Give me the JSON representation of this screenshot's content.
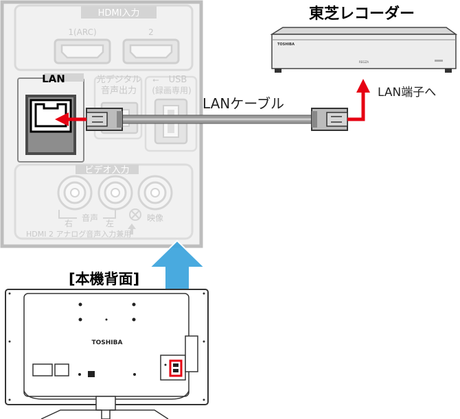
{
  "panel": {
    "hdmi_header": "HDMI入力",
    "hdmi_port_1": "1(ARC)",
    "hdmi_port_2": "2",
    "lan_label": "LAN",
    "optical_label_line1": "光デジタル",
    "optical_label_line2": "音声出力",
    "usb_label_line1": "USB",
    "usb_label_line2": "(録画専用)",
    "video_header": "ビデオ入力",
    "audio_right": "右",
    "audio_label": "音声",
    "audio_left": "左",
    "video_label": "映像",
    "hdmi2_analog_note": "HDMI 2 アナログ音声入力兼用"
  },
  "recorder": {
    "title": "東芝レコーダー",
    "brand": "TOSHIBA",
    "model": "REGZA"
  },
  "cable": {
    "label": "LANケーブル",
    "terminal_label": "LAN端子へ"
  },
  "tv": {
    "back_label": "[本機背面]",
    "brand": "TOSHIBA"
  },
  "colors": {
    "panel_bg": "#efefef",
    "panel_border": "#c2c2c2",
    "arrow_red": "#e60012",
    "arrow_blue": "#3aa3dd",
    "cable_gray": "#9a9a9a"
  }
}
